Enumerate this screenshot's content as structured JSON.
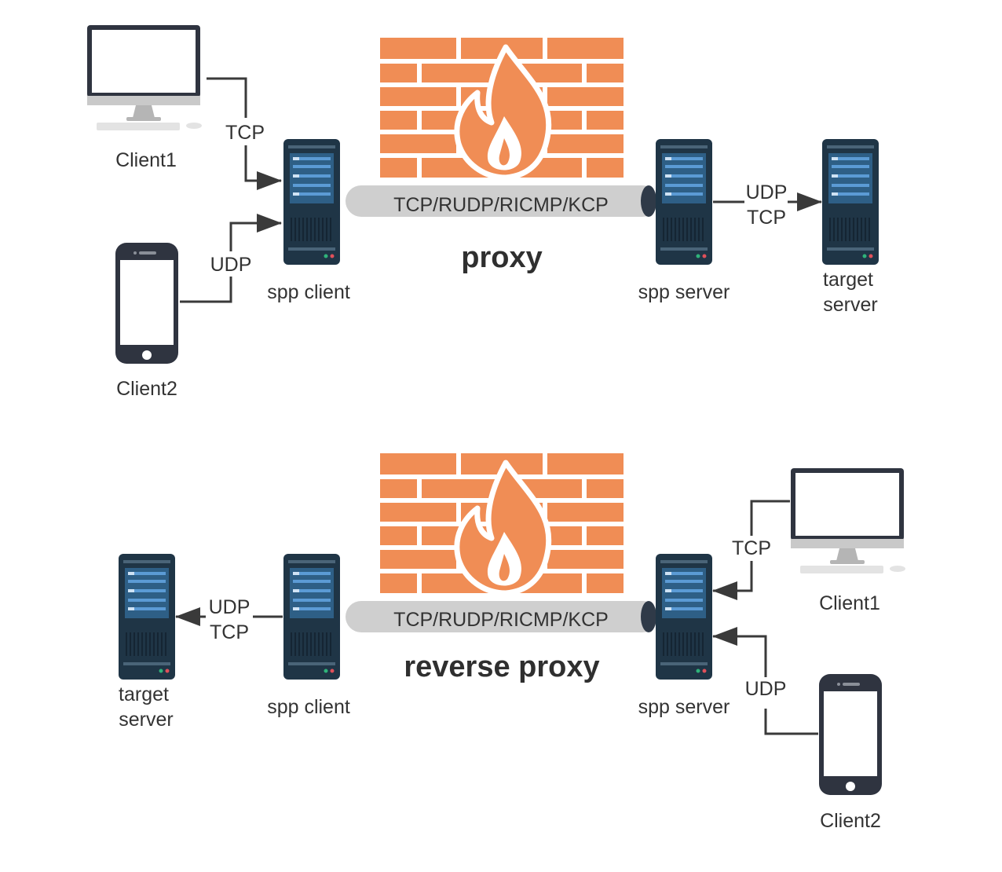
{
  "colors": {
    "firewall": "#f08d55",
    "mortar": "#ffffff",
    "server_body": "#1f3546",
    "server_panel": "#2e5f86",
    "server_stripe": "#5b9bd5",
    "tunnel": "#cfcfcf",
    "tunnel_end": "#2f3a48",
    "device_frame": "#2f3440",
    "line": "#3a3a3a"
  },
  "proxy": {
    "title": "proxy",
    "tunnel_label": "TCP/RUDP/RICMP/KCP",
    "client1": {
      "label": "Client1",
      "icon": "desktop-computer-icon"
    },
    "client2": {
      "label": "Client2",
      "icon": "smartphone-icon"
    },
    "link_client1_protocol": "TCP",
    "link_client2_protocol": "UDP",
    "spp_client": {
      "label": "spp client",
      "icon": "server-rack-icon"
    },
    "spp_server": {
      "label": "spp server",
      "icon": "server-rack-icon"
    },
    "target_link_protocols": [
      "UDP",
      "TCP"
    ],
    "target_server": {
      "label_lines": [
        "target",
        "server"
      ],
      "icon": "server-rack-icon"
    }
  },
  "reverse_proxy": {
    "title": "reverse proxy",
    "tunnel_label": "TCP/RUDP/RICMP/KCP",
    "target_server": {
      "label_lines": [
        "target",
        "server"
      ],
      "icon": "server-rack-icon"
    },
    "target_link_protocols": [
      "UDP",
      "TCP"
    ],
    "spp_client": {
      "label": "spp client",
      "icon": "server-rack-icon"
    },
    "spp_server": {
      "label": "spp server",
      "icon": "server-rack-icon"
    },
    "client1": {
      "label": "Client1",
      "icon": "desktop-computer-icon"
    },
    "client2": {
      "label": "Client2",
      "icon": "smartphone-icon"
    },
    "link_client1_protocol": "TCP",
    "link_client2_protocol": "UDP"
  }
}
